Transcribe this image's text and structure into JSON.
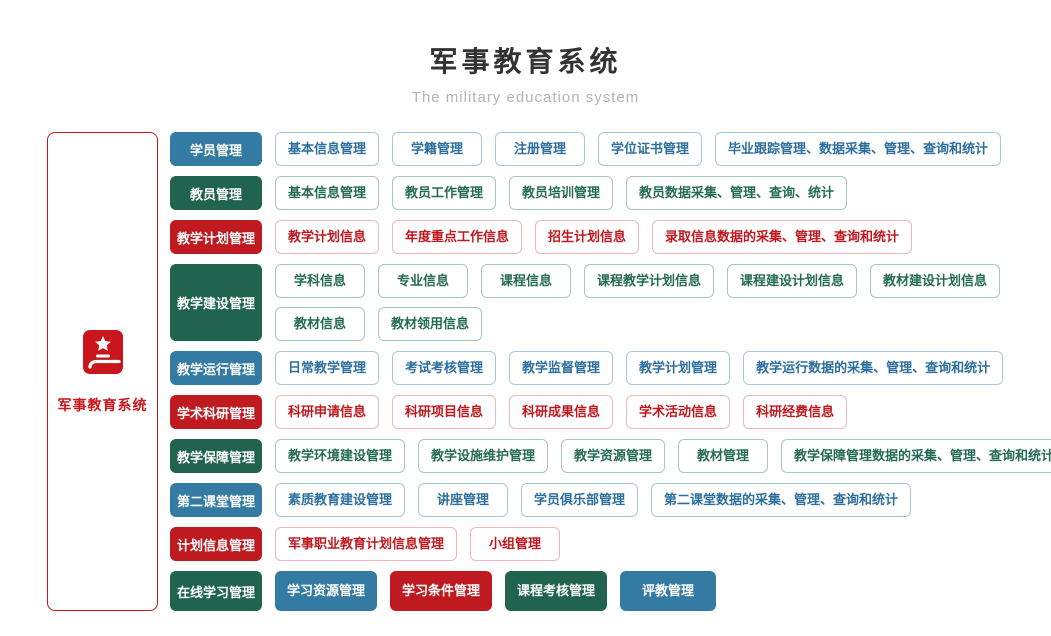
{
  "header": {
    "title": "军事教育系统",
    "subtitle": "The military education system"
  },
  "sidebar": {
    "label": "军事教育系统",
    "icon": "book-star-icon"
  },
  "colors": {
    "blue": "#337ba2",
    "green": "#20634e",
    "red": "#bf1a20",
    "sidebar_red": "#c9151c"
  },
  "rows": [
    {
      "category": {
        "label": "学员管理",
        "color": "blue"
      },
      "variant": "outline",
      "item_groups": [
        [
          {
            "label": "基本信息管理",
            "color": "blue"
          },
          {
            "label": "学籍管理",
            "color": "blue"
          },
          {
            "label": "注册管理",
            "color": "blue"
          },
          {
            "label": "学位证书管理",
            "color": "blue"
          },
          {
            "label": "毕业跟踪管理、数据采集、管理、查询和统计",
            "color": "blue"
          }
        ]
      ]
    },
    {
      "category": {
        "label": "教员管理",
        "color": "green"
      },
      "variant": "outline",
      "item_groups": [
        [
          {
            "label": "基本信息管理",
            "color": "green"
          },
          {
            "label": "教员工作管理",
            "color": "green"
          },
          {
            "label": "教员培训管理",
            "color": "green"
          },
          {
            "label": "教员数据采集、管理、查询、统计",
            "color": "green"
          }
        ]
      ]
    },
    {
      "category": {
        "label": "教学计划管理",
        "color": "red"
      },
      "variant": "outline",
      "item_groups": [
        [
          {
            "label": "教学计划信息",
            "color": "red"
          },
          {
            "label": "年度重点工作信息",
            "color": "red"
          },
          {
            "label": "招生计划信息",
            "color": "red"
          },
          {
            "label": "录取信息数据的采集、管理、查询和统计",
            "color": "red"
          }
        ]
      ]
    },
    {
      "category": {
        "label": "教学建设管理",
        "color": "green"
      },
      "variant": "outline",
      "item_groups": [
        [
          {
            "label": "学科信息",
            "color": "green"
          },
          {
            "label": "专业信息",
            "color": "green"
          },
          {
            "label": "课程信息",
            "color": "green"
          },
          {
            "label": "课程教学计划信息",
            "color": "green"
          },
          {
            "label": "课程建设计划信息",
            "color": "green"
          },
          {
            "label": "教材建设计划信息",
            "color": "green"
          }
        ],
        [
          {
            "label": "教材信息",
            "color": "green"
          },
          {
            "label": "教材领用信息",
            "color": "green"
          }
        ]
      ]
    },
    {
      "category": {
        "label": "教学运行管理",
        "color": "blue"
      },
      "variant": "outline",
      "item_groups": [
        [
          {
            "label": "日常教学管理",
            "color": "blue"
          },
          {
            "label": "考试考核管理",
            "color": "blue"
          },
          {
            "label": "教学监督管理",
            "color": "blue"
          },
          {
            "label": "教学计划管理",
            "color": "blue"
          },
          {
            "label": "教学运行数据的采集、管理、查询和统计",
            "color": "blue"
          }
        ]
      ]
    },
    {
      "category": {
        "label": "学术科研管理",
        "color": "red"
      },
      "variant": "outline",
      "item_groups": [
        [
          {
            "label": "科研申请信息",
            "color": "red"
          },
          {
            "label": "科研项目信息",
            "color": "red"
          },
          {
            "label": "科研成果信息",
            "color": "red"
          },
          {
            "label": "学术活动信息",
            "color": "red"
          },
          {
            "label": "科研经费信息",
            "color": "red"
          }
        ]
      ]
    },
    {
      "category": {
        "label": "教学保障管理",
        "color": "green"
      },
      "variant": "outline",
      "item_groups": [
        [
          {
            "label": "教学环境建设管理",
            "color": "green"
          },
          {
            "label": "教学设施维护管理",
            "color": "green"
          },
          {
            "label": "教学资源管理",
            "color": "green"
          },
          {
            "label": "教材管理",
            "color": "green"
          },
          {
            "label": "教学保障管理数据的采集、管理、查询和统计",
            "color": "green"
          }
        ]
      ]
    },
    {
      "category": {
        "label": "第二课堂管理",
        "color": "blue"
      },
      "variant": "outline",
      "item_groups": [
        [
          {
            "label": "素质教育建设管理",
            "color": "blue"
          },
          {
            "label": "讲座管理",
            "color": "blue"
          },
          {
            "label": "学员俱乐部管理",
            "color": "blue"
          },
          {
            "label": "第二课堂数据的采集、管理、查询和统计",
            "color": "blue"
          }
        ]
      ]
    },
    {
      "category": {
        "label": "计划信息管理",
        "color": "red"
      },
      "variant": "outline",
      "item_groups": [
        [
          {
            "label": "军事职业教育计划信息管理",
            "color": "red"
          },
          {
            "label": "小组管理",
            "color": "red"
          }
        ]
      ]
    },
    {
      "category": {
        "label": "在线学习管理",
        "color": "green"
      },
      "variant": "solid",
      "item_groups": [
        [
          {
            "label": "学习资源管理",
            "color": "blue"
          },
          {
            "label": "学习条件管理",
            "color": "red"
          },
          {
            "label": "课程考核管理",
            "color": "green"
          },
          {
            "label": "评教管理",
            "color": "blue"
          }
        ]
      ]
    }
  ]
}
